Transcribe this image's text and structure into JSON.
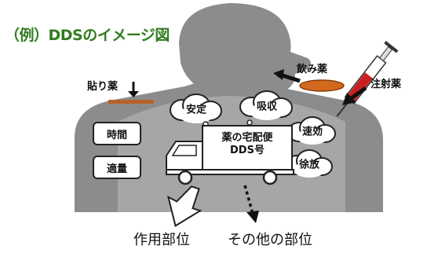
{
  "title": "（例）DDSのイメージ図",
  "labels": {
    "patch": "貼り薬",
    "oral": "飲み薬",
    "injection": "注射薬",
    "time": "時間",
    "amount": "適量",
    "stability": "安定",
    "absorption": "吸収",
    "fast_acting": "速効",
    "sustained_release": "徐放",
    "truck_line1": "薬の宅配便",
    "truck_line2": "DDS号",
    "target_site": "作用部位",
    "other_sites": "その他の部位"
  },
  "colors": {
    "title": "#2f7d1f",
    "body": "#8c8c8c",
    "body_inner": "#a6a6a6",
    "pill": "#d2691e",
    "patch_bar": "#b8622a",
    "syringe_red": "#cc1f1f"
  },
  "icons": [
    "arrow-down-icon",
    "syringe-icon",
    "pill-icon",
    "truck-icon",
    "arrow-left-icon"
  ]
}
